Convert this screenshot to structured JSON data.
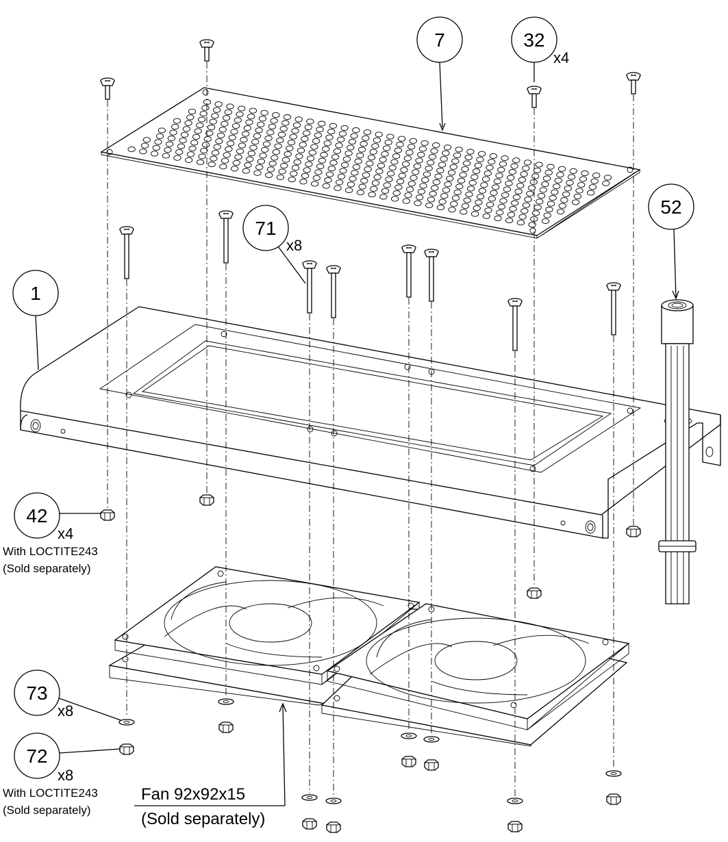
{
  "callouts": [
    {
      "id": "7",
      "label": "7"
    },
    {
      "id": "32",
      "label": "32",
      "qty": "x4"
    },
    {
      "id": "52",
      "label": "52"
    },
    {
      "id": "71",
      "label": "71",
      "qty": "x8"
    },
    {
      "id": "1",
      "label": "1"
    },
    {
      "id": "42",
      "label": "42",
      "qty": "x4",
      "note_line1": "With LOCTITE243",
      "note_line2": "(Sold separately)"
    },
    {
      "id": "73",
      "label": "73",
      "qty": "x8"
    },
    {
      "id": "72",
      "label": "72",
      "qty": "x8",
      "note_line1": "With LOCTITE243",
      "note_line2": "(Sold separately)"
    }
  ],
  "fan_label": {
    "line1": "Fan 92x92x15",
    "line2": "(Sold separately)"
  }
}
